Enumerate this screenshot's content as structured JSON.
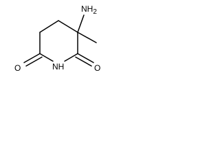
{
  "molecule": {
    "labels": {
      "amine": {
        "main": "NH",
        "subscript": "2"
      },
      "imide_nitrogen": "NH",
      "left_oxygen": "O",
      "right_oxygen": "O"
    }
  }
}
